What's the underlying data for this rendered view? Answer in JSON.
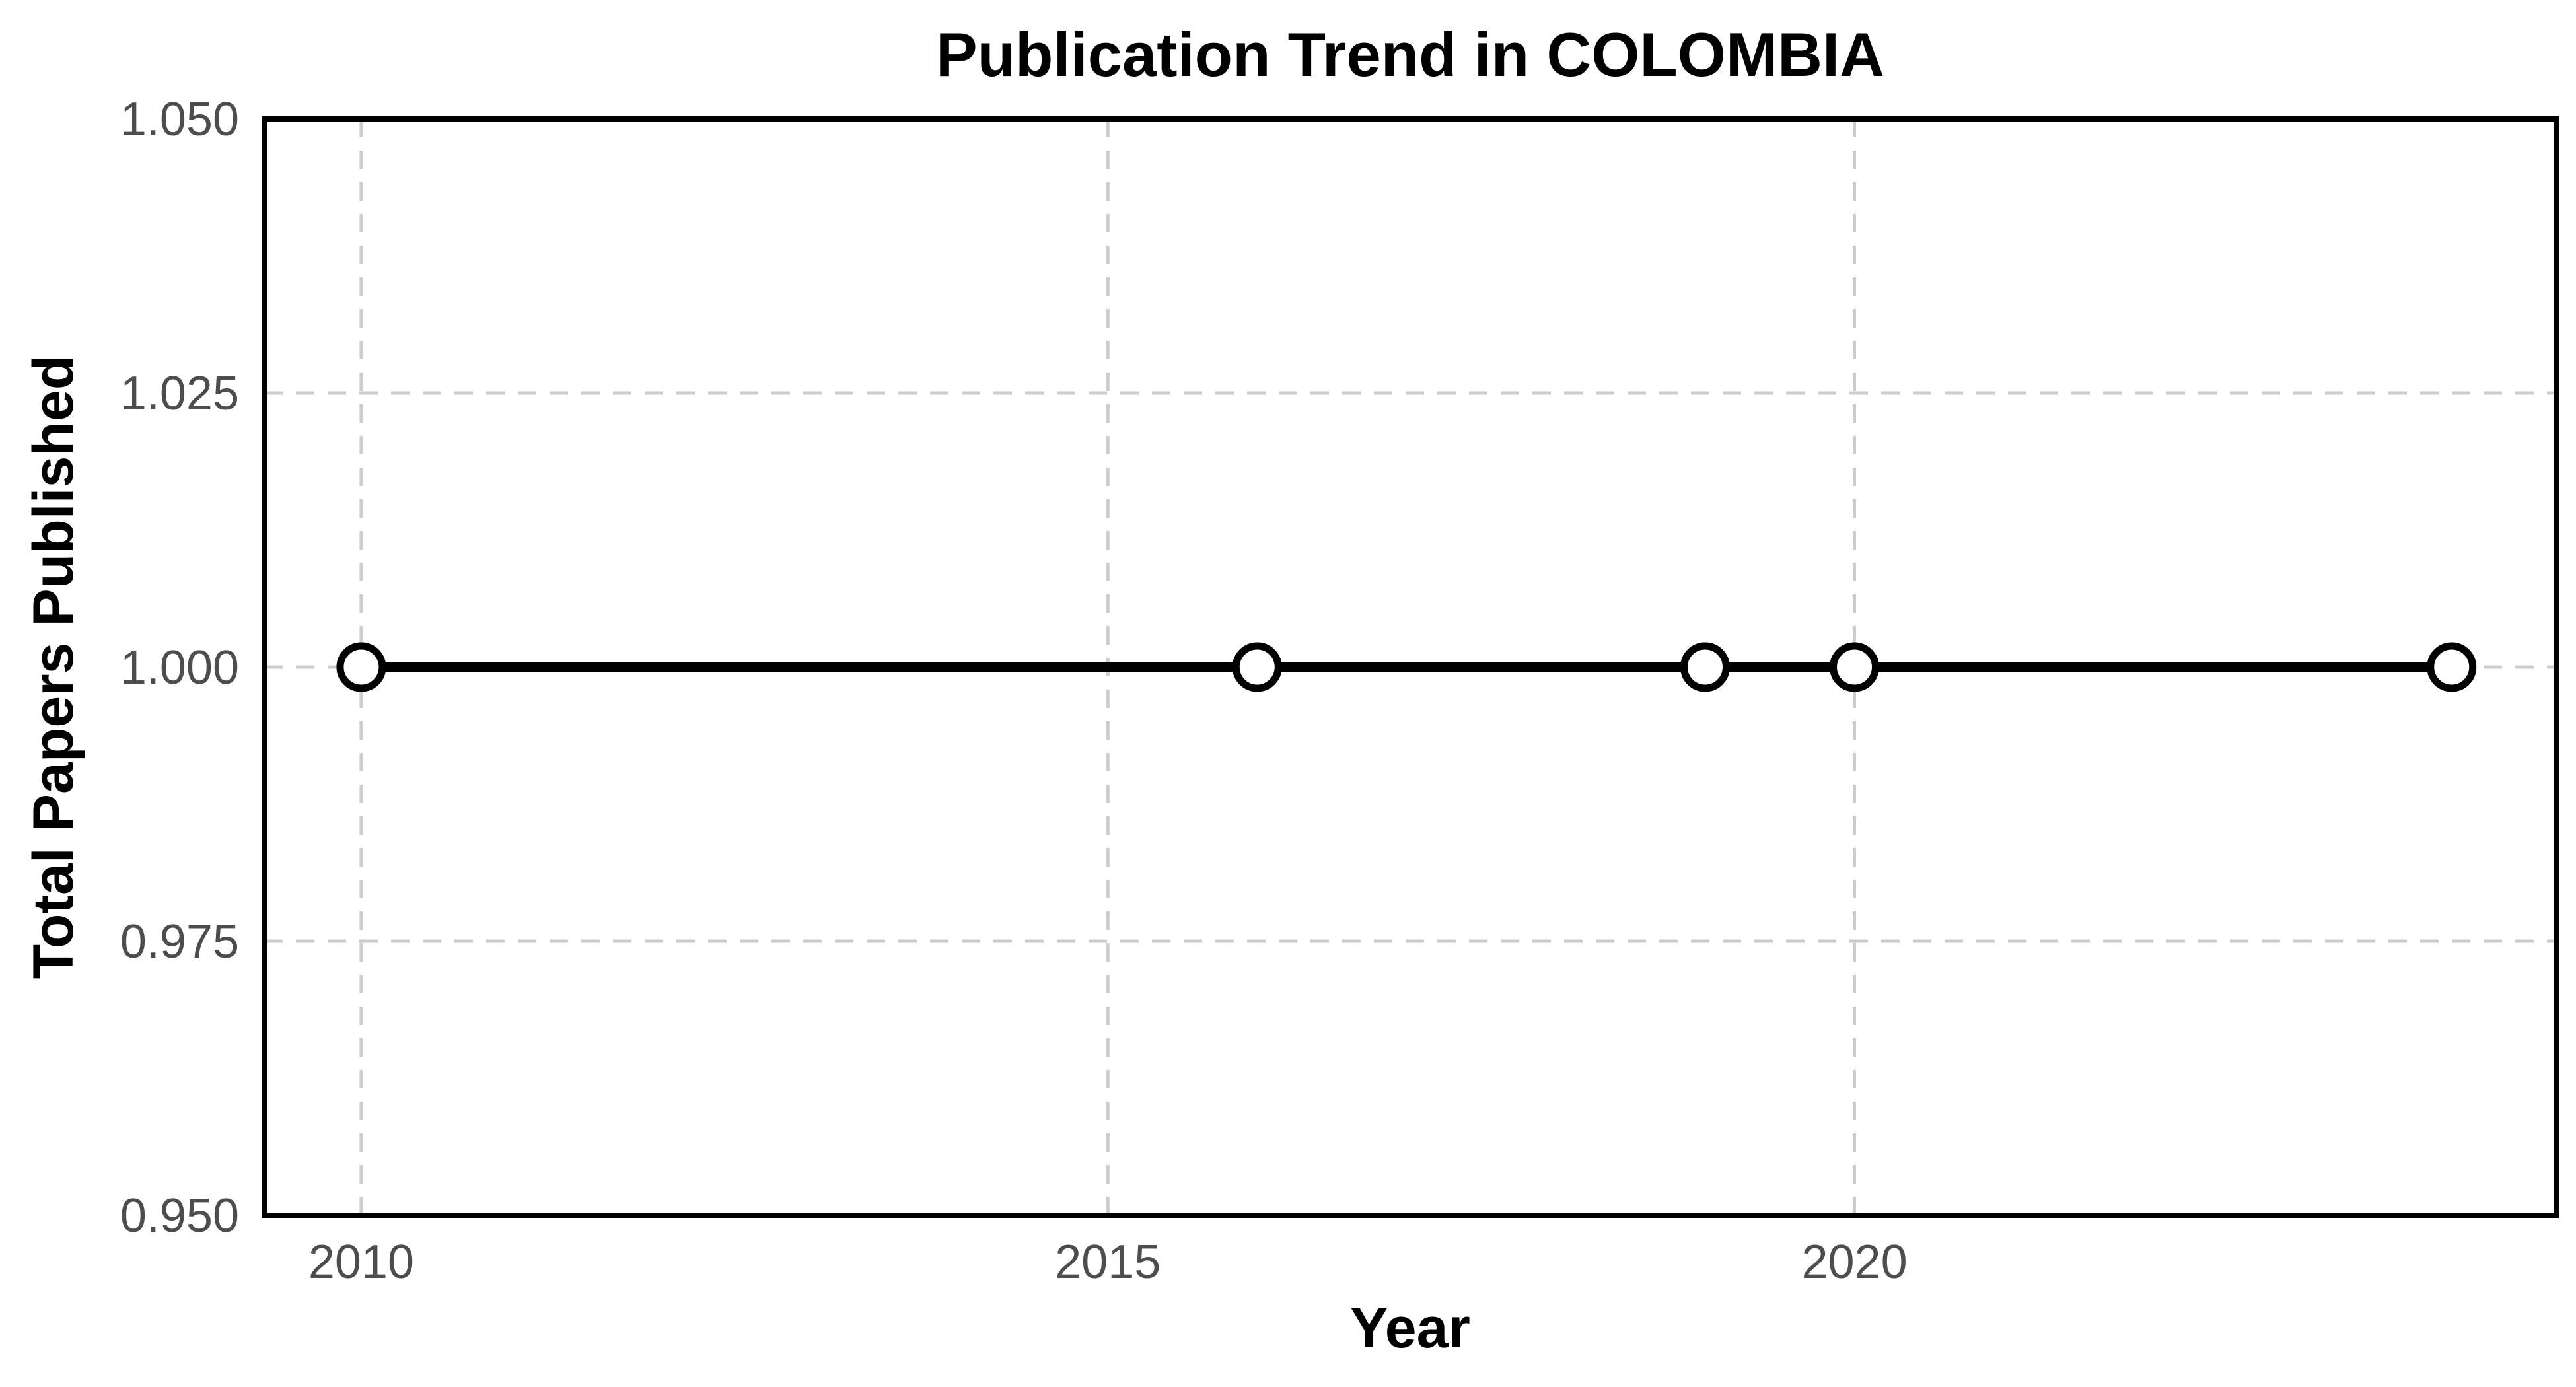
{
  "chart_data": {
    "type": "line",
    "title": "Publication Trend in COLOMBIA",
    "xlabel": "Year",
    "ylabel": "Total Papers Published",
    "x": [
      2010,
      2016,
      2019,
      2020,
      2024
    ],
    "series": [
      {
        "values": [
          1,
          1,
          1,
          1,
          1
        ]
      }
    ],
    "xlim": [
      2009.35,
      2024.7
    ],
    "ylim": [
      0.95,
      1.05
    ],
    "x_ticks": [
      "2010",
      "2015",
      "2020"
    ],
    "x_tick_values": [
      2010,
      2015,
      2020
    ],
    "y_ticks": [
      "0.950",
      "0.975",
      "1.000",
      "1.025",
      "1.050"
    ],
    "y_tick_values": [
      0.95,
      0.975,
      1.0,
      1.025,
      1.05
    ],
    "grid": true,
    "grid_style": "dashed",
    "legend": "none",
    "colors": {
      "line": "#000000",
      "marker_fill": "#ffffff",
      "marker_stroke": "#000000",
      "grid": "#cccccc",
      "frame": "#000000",
      "tick_text": "#4d4d4d"
    }
  }
}
